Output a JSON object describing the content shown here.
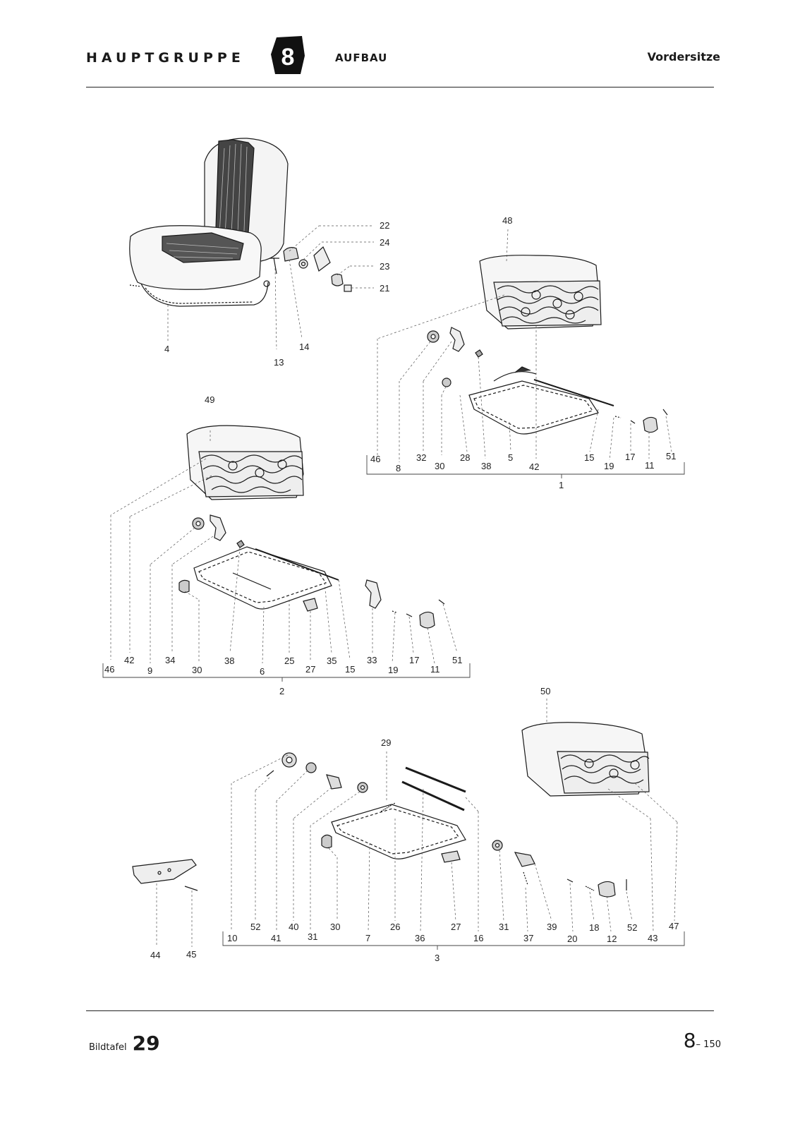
{
  "header": {
    "group": "HAUPTGRUPPE",
    "group_number": "8",
    "section": "AUFBAU",
    "title": "Vordersitze"
  },
  "footer": {
    "plate_label": "Bildtafel",
    "plate_number": "29",
    "page_main": "8",
    "page_sub": "– 150"
  },
  "callouts": {
    "seat": [
      "22",
      "24",
      "23",
      "21",
      "4",
      "13",
      "14"
    ],
    "assembly_1": [
      "48",
      "46",
      "8",
      "32",
      "30",
      "28",
      "38",
      "5",
      "42",
      "15",
      "19",
      "17",
      "11",
      "51",
      "1"
    ],
    "assembly_2": [
      "49",
      "46",
      "42",
      "9",
      "34",
      "30",
      "38",
      "6",
      "25",
      "27",
      "35",
      "15",
      "33",
      "19",
      "17",
      "11",
      "51",
      "2"
    ],
    "assembly_3": [
      "50",
      "29",
      "10",
      "52",
      "41",
      "40",
      "31",
      "30",
      "7",
      "26",
      "36",
      "27",
      "16",
      "31",
      "37",
      "39",
      "20",
      "18",
      "12",
      "52",
      "43",
      "47",
      "3"
    ],
    "bracket": [
      "44",
      "45"
    ]
  },
  "colors": {
    "ink": "#1a1a1a",
    "leader": "#555555"
  }
}
